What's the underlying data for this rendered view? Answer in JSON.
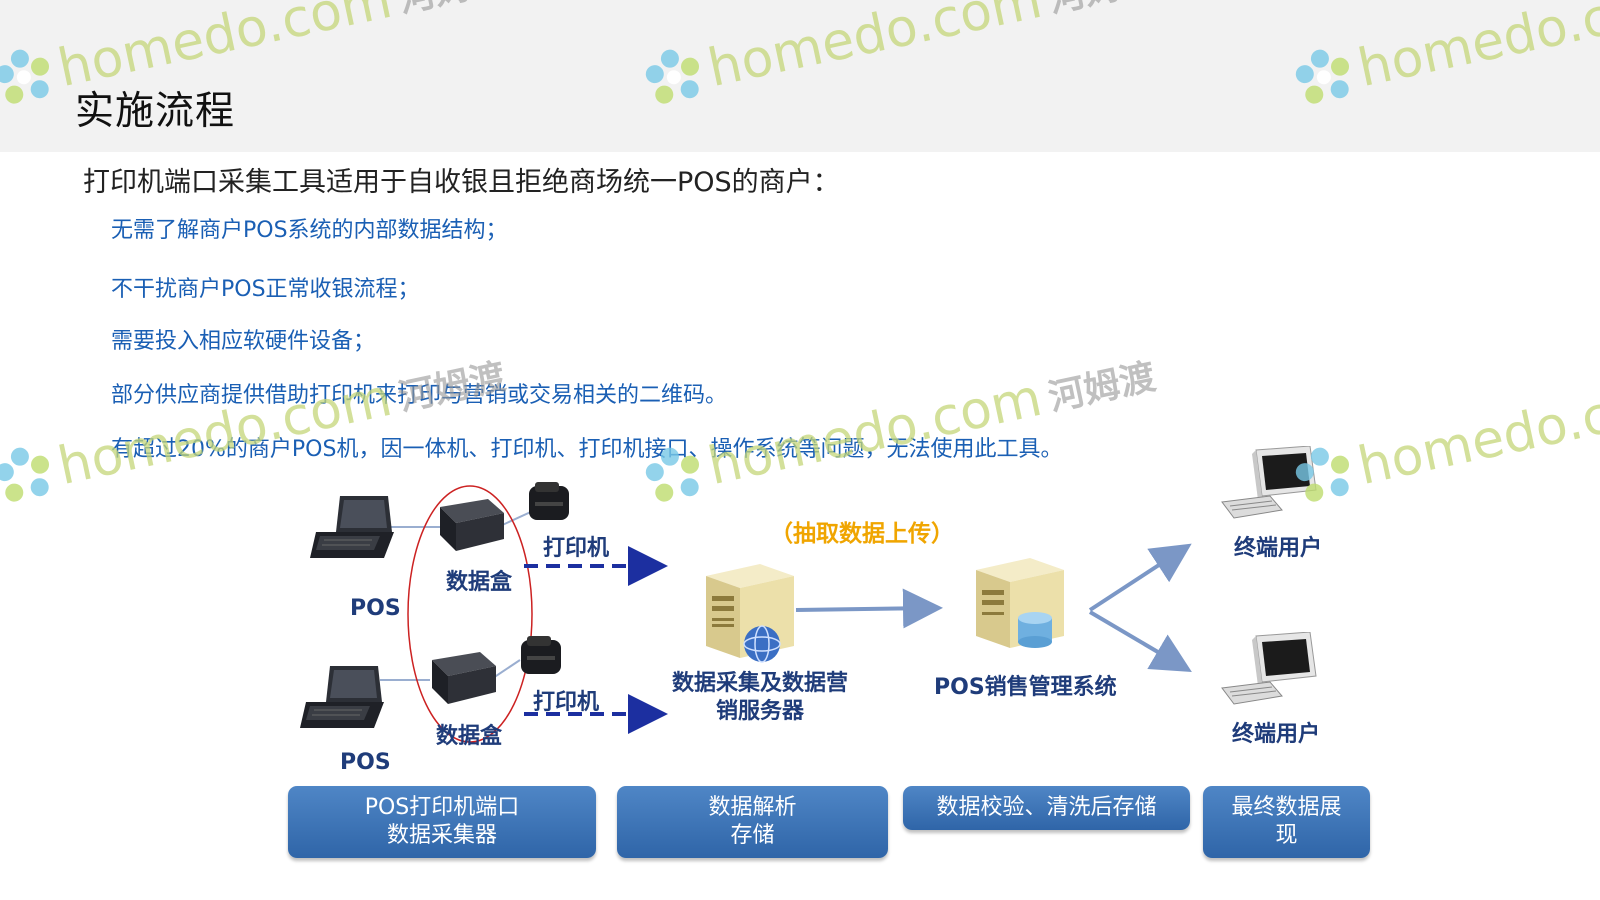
{
  "title": "实施流程",
  "intro": "打印机端口采集工具适用于自收银且拒绝商场统一POS的商户：",
  "bullets": [
    "无需了解商户POS系统的内部数据结构；",
    "不干扰商户POS正常收银流程；",
    "需要投入相应软硬件设备；",
    "部分供应商提供借助打印机来打印与营销或交易相关的二维码。",
    "有超过20%的商户POS机，因一体机、打印机、打印机接口、操作系统等问题，无法使用此工具。"
  ],
  "diagram": {
    "pos_label": "POS",
    "data_box_label": "数据盒",
    "printer_label": "打印机",
    "extract_label": "（抽取数据上传）",
    "server_label_line1": "数据采集及数据营",
    "server_label_line2": "销服务器",
    "pos_system_label": "POS销售管理系统",
    "end_user_label": "终端用户"
  },
  "stages": [
    {
      "line1": "POS打印机端口",
      "line2": "数据采集器"
    },
    {
      "line1": "数据解析",
      "line2": "存储"
    },
    {
      "line1": "数据校验、清洗后存储",
      "line2": ""
    },
    {
      "line1": "最终数据展",
      "line2": "现"
    }
  ],
  "watermark": {
    "brand": "homedo.com",
    "cn": "河姆渡"
  },
  "colors": {
    "bullet_text": "#1a5fb4",
    "label": "#1f3c7a",
    "accent_orange": "#f0a500",
    "stage_fill": "#3d73b8",
    "arrow_dash": "#1c2fa0",
    "arrow_solid": "#7b97c6"
  }
}
